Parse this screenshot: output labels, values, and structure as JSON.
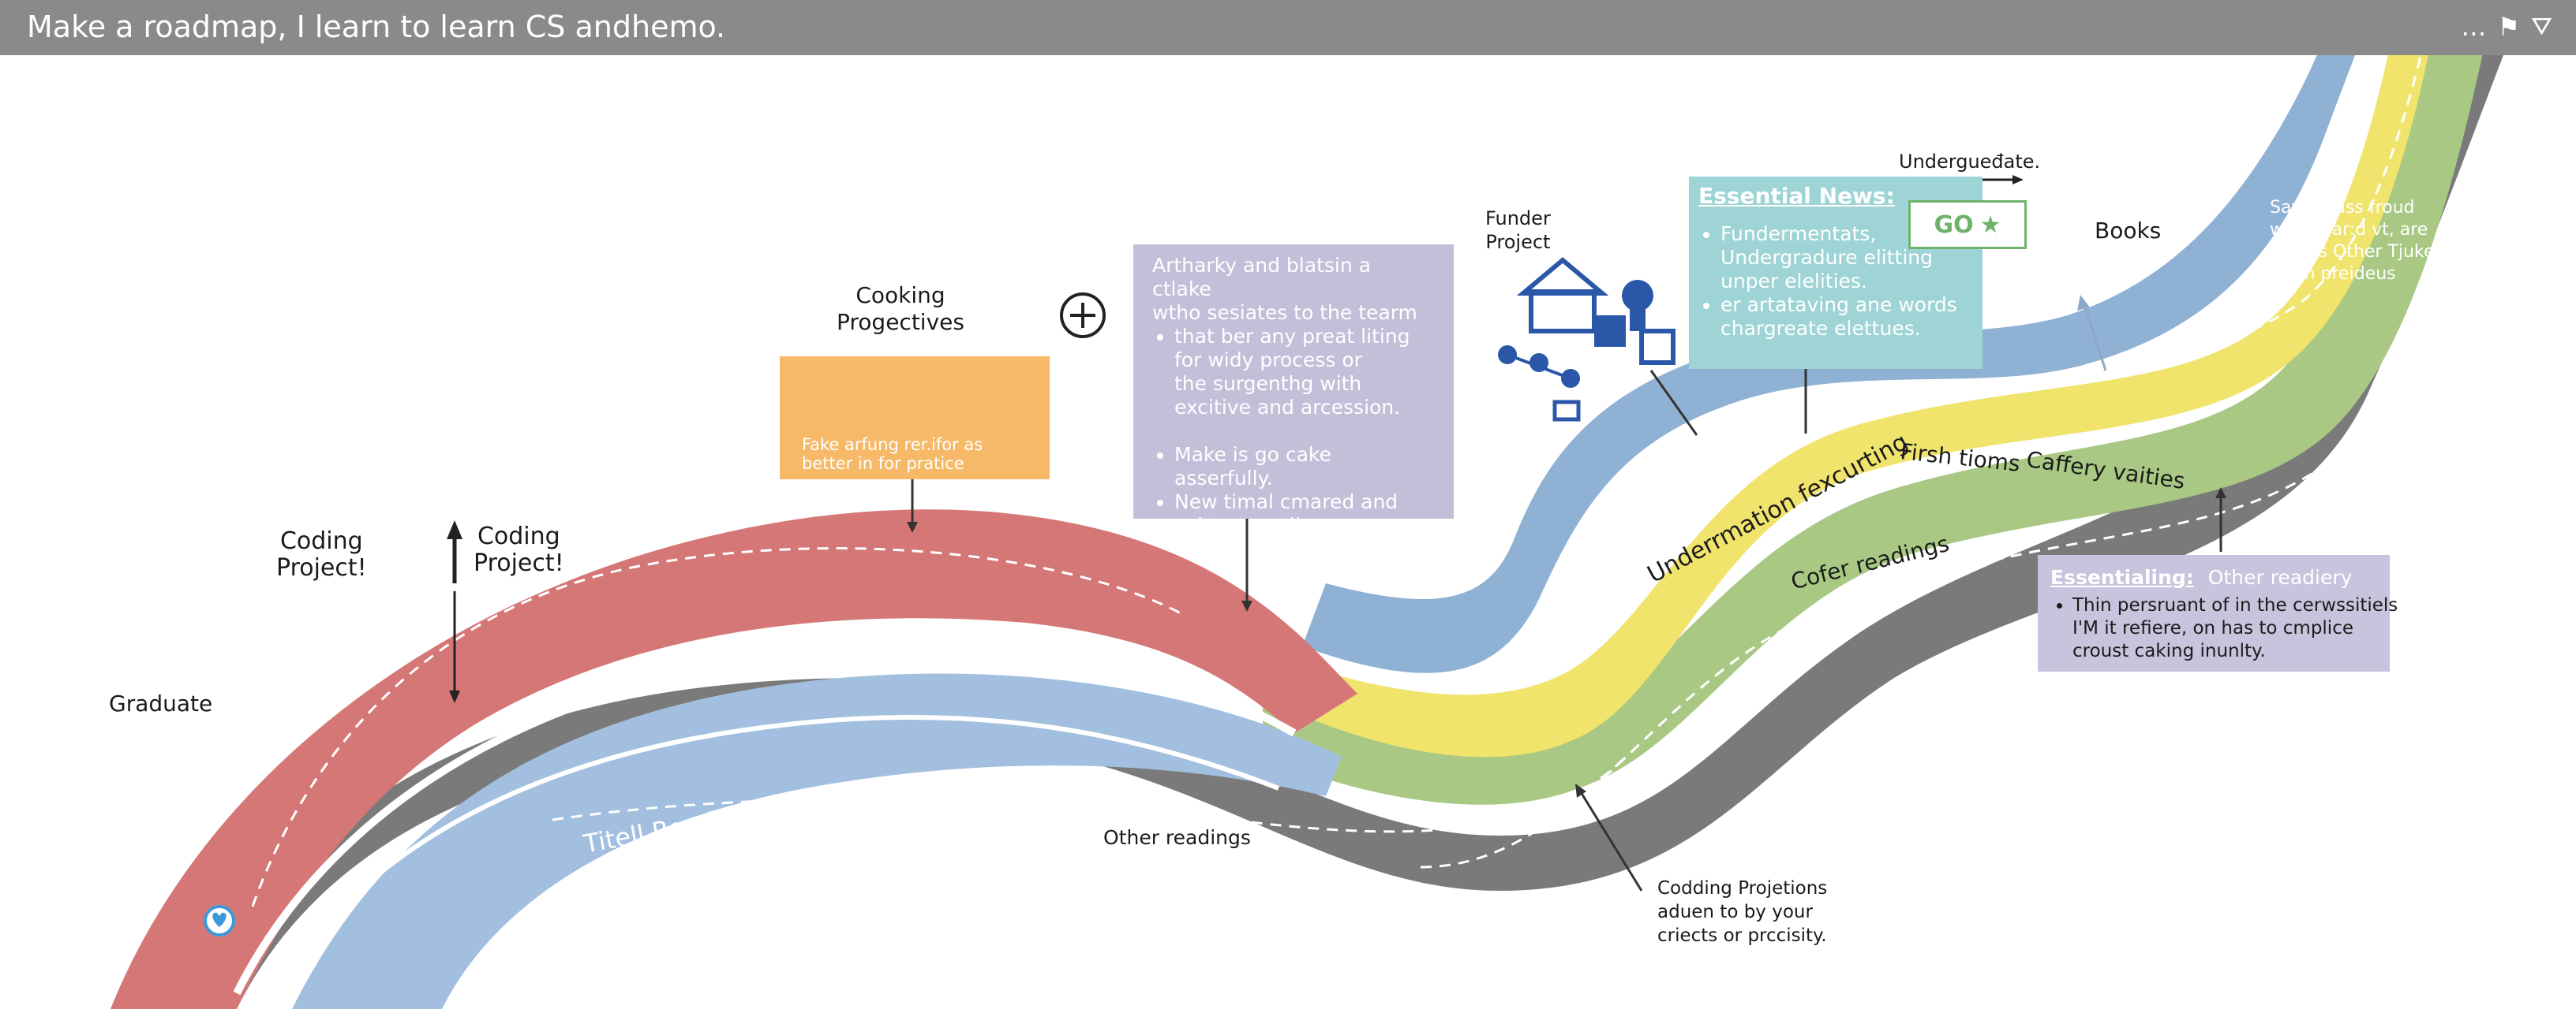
{
  "header": {
    "title": "Make a roadmap, I learn to learn CS andhemo.",
    "icons": [
      "more-icon",
      "flag-icon",
      "filter-icon"
    ]
  },
  "colors": {
    "red_road": "#d67777",
    "blue_road": "#8fb1d3",
    "yellow_road": "#f0e46d",
    "green_road": "#a8c883",
    "gray_road": "#7a7a7a",
    "orange_box": "#f6b968",
    "purple_box": "#c3bfd9",
    "teal_box": "#9ed4d6"
  },
  "labels": {
    "graduate": "Graduate",
    "coding_project_1": "Coding\nProject!",
    "coding_project_2": "Coding\nProject!",
    "cooking_progectives": "Cooking\nProgectives",
    "funder_project": "Funder\nProject",
    "undergraduate": "Undergueđate.",
    "books": "Books",
    "titell_readings": "Titell Readings:",
    "other_readings": "Other readings",
    "cofer_readings": "Cofer readings",
    "underrmation": "Underrmation fexcurting",
    "firsh_tioms": "Firsh tioms",
    "caffery_vaities": "Caffery vaities",
    "save_mass": "Save mass froud\nwith Is ar:d vt, are\n+th as Other Tjuke\nthem preideus",
    "codding_projections": "Codding Projetions\naduen to by your\ncriects or prccisity."
  },
  "orange_box": {
    "text": "Fake arfung rer.ifor as\nbetter in for pratice"
  },
  "purple_box": {
    "line1": "Artharky and blatsin a ctlake",
    "line2": "wtho sesiates to the tearm",
    "items": [
      "that ber any preat liting\nfor widy process or\nthe surgenthg with\nexcitive and arcession.",
      "Make is go cake asserfully.",
      "New timal cmared and\ncakte now tiims"
    ]
  },
  "teal_box": {
    "title": "Essential News:",
    "items": [
      "Fundermentats,\nUndergradure elitting\nunper elelities.",
      "er artataving ane words\nchargreate elettues."
    ]
  },
  "go_button": {
    "label": "GO",
    "star": "★"
  },
  "purple_box2": {
    "title": "Essentialing:",
    "subtitle": "Other readiery",
    "item": "Thin persruant of in the cerwssitiels\nI'M it refiere, on has to cmplice\ncroust caking inunlty."
  }
}
